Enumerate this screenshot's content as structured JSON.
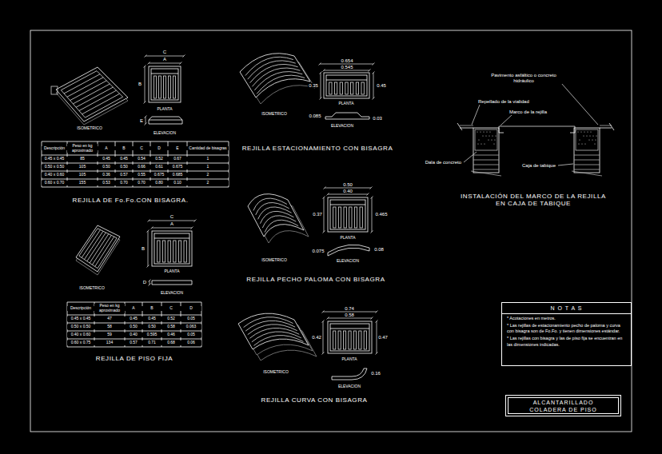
{
  "diagram": {
    "nodes": [
      {
        "text": [
          "N O T A S",
          "* Acotaciones en metros.",
          "* Las rejillas de estacionamiento pecho de paloma y curva con bisagra son de Fo.Fo. y tienen dimensiones estándar.",
          "* Las rejillas con bisagra y las de piso fija se encuentran en las dimensiones indicadas."
        ]
      },
      {
        "text": [
          "ALCANTARILLADO",
          "COLADERA DE PISO"
        ]
      }
    ],
    "labels": [
      "C",
      "A",
      "B",
      "PLANTA",
      "ISOMETRICO",
      "ELEVACION",
      "E",
      "Descripción",
      "Peso en kg aproximado",
      "A",
      "B",
      "C",
      "D",
      "E",
      "Cantidad de bisagras",
      "0.45 x 0.45",
      "85",
      "0.45",
      "0.45",
      "0.54",
      "0.52",
      "0.67",
      "1",
      "0.50 x 0.50",
      "105",
      "0.50",
      "0.50",
      "0.66",
      "0.61",
      "0.675",
      "1",
      "0.40 x 0.60",
      "105",
      "0.36",
      "0.57",
      "0.55",
      "0.675",
      "0.685",
      "2",
      "0.60 x 0.70",
      "155",
      "0.53",
      "0.70",
      "0.70",
      "0.80",
      "0.10",
      "2",
      "REJILLA DE Fo.Fo.CON BISAGRA.",
      "C",
      "A",
      "B",
      "PLANTA",
      "ISOMETRICO",
      "ELEVACION",
      "D",
      "Descripción",
      "Peso en kg aproximado",
      "A",
      "B",
      "C",
      "D",
      "0.45 x 0.45",
      "47",
      "0.45",
      "0.45",
      "0.52",
      "0.05",
      "0.50 x 0.50",
      "58",
      "0.50",
      "0.50",
      "0.58",
      "0.063",
      "0.40 x 0.60",
      "59",
      "0.40",
      "0.595",
      "0.46",
      "0.05",
      "0.60 x 0.75",
      "134",
      "0.57",
      "0.71",
      "0.68",
      "0.06",
      "REJILLA DE PISO FIJA",
      "0.654",
      "0.545",
      "0.35",
      "0.45",
      "PLANTA",
      "ISOMETRICO",
      "ELEVACION",
      "0.085",
      "0.03",
      "REJILLA ESTACIONAMIENTO CON BISAGRA",
      "0.50",
      "0.40",
      "0.37",
      "0.465",
      "PLANTA",
      "ISOMETRICO",
      "ELEVACION",
      "0.075",
      "0.08",
      "REJILLA PECHO PALOMA CON BISAGRA",
      "0.74",
      "0.58",
      "0.42",
      "0.47",
      "PLANTA",
      "ISOMETRICO",
      "ELEVACION",
      "0.16",
      "REJILLA CURVA CON BISAGRA",
      "Pavimento asfáltico o concreto hidráulico",
      "Repellado de la vialidad",
      "Marco de la rejilla",
      "Dala de concreto",
      "Caja de tabique",
      "INSTALACIÓN DEL MARCO DE LA REJILLA EN CAJA DE TABIQUE"
    ]
  }
}
